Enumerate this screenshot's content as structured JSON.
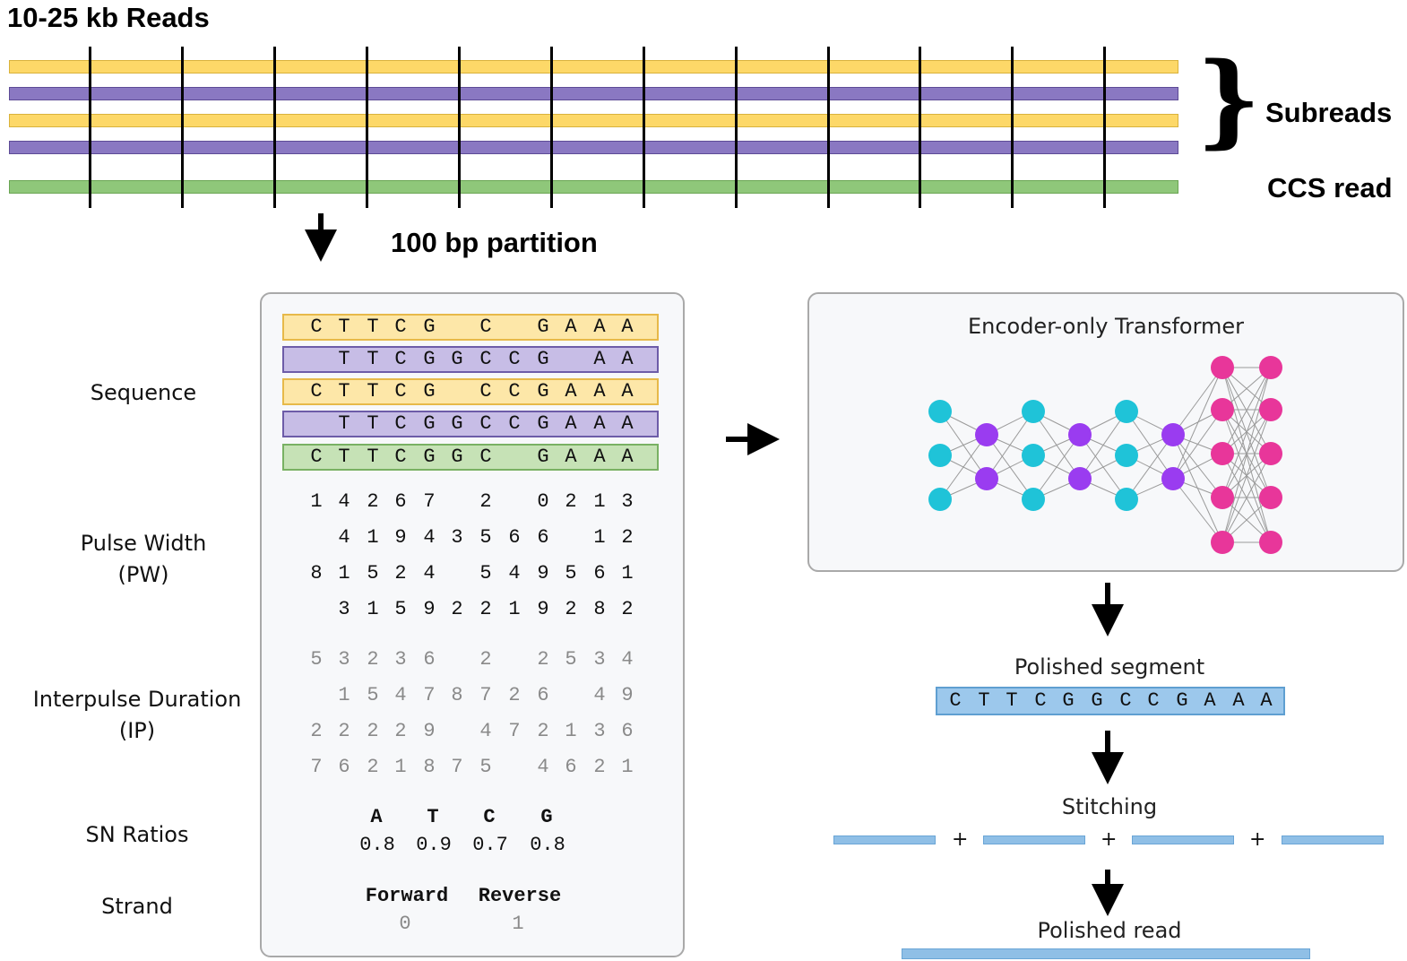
{
  "top": {
    "reads_title": "10-25 kb Reads",
    "subreads_label": "Subreads",
    "ccs_label": "CCS read",
    "partition_label": "100 bp partition",
    "brace_char": "}"
  },
  "left_labels": {
    "sequence": "Sequence",
    "pw_line1": "Pulse Width",
    "pw_line2": "(PW)",
    "ip_line1": "Interpulse Duration",
    "ip_line2": "(IP)",
    "sn": "SN Ratios",
    "strand": "Strand"
  },
  "sequence_rows": [
    {
      "color": "y",
      "cells": [
        "C",
        "T",
        "T",
        "C",
        "G",
        "",
        "C",
        "",
        "G",
        "A",
        "A",
        "A"
      ]
    },
    {
      "color": "p",
      "cells": [
        "",
        "T",
        "T",
        "C",
        "G",
        "G",
        "C",
        "C",
        "G",
        "",
        "A",
        "A"
      ]
    },
    {
      "color": "y",
      "cells": [
        "C",
        "T",
        "T",
        "C",
        "G",
        "",
        "C",
        "C",
        "G",
        "A",
        "A",
        "A"
      ]
    },
    {
      "color": "p",
      "cells": [
        "",
        "T",
        "T",
        "C",
        "G",
        "G",
        "C",
        "C",
        "G",
        "A",
        "A",
        "A"
      ]
    },
    {
      "color": "g",
      "cells": [
        "C",
        "T",
        "T",
        "C",
        "G",
        "G",
        "C",
        "",
        "G",
        "A",
        "A",
        "A"
      ]
    }
  ],
  "pw_rows": [
    [
      "1",
      "4",
      "2",
      "6",
      "7",
      "",
      "2",
      "",
      "0",
      "2",
      "1",
      "3"
    ],
    [
      "",
      "4",
      "1",
      "9",
      "4",
      "3",
      "5",
      "6",
      "6",
      "",
      "1",
      "2"
    ],
    [
      "8",
      "1",
      "5",
      "2",
      "4",
      "",
      "5",
      "4",
      "9",
      "5",
      "6",
      "1"
    ],
    [
      "",
      "3",
      "1",
      "5",
      "9",
      "2",
      "2",
      "1",
      "9",
      "2",
      "8",
      "2"
    ]
  ],
  "ip_rows": [
    [
      "5",
      "3",
      "2",
      "3",
      "6",
      "",
      "2",
      "",
      "2",
      "5",
      "3",
      "4"
    ],
    [
      "",
      "1",
      "5",
      "4",
      "7",
      "8",
      "7",
      "2",
      "6",
      "",
      "4",
      "9"
    ],
    [
      "2",
      "2",
      "2",
      "2",
      "9",
      "",
      "4",
      "7",
      "2",
      "1",
      "3",
      "6"
    ],
    [
      "7",
      "6",
      "2",
      "1",
      "8",
      "7",
      "5",
      "",
      "4",
      "6",
      "2",
      "1"
    ]
  ],
  "sn": {
    "headers": [
      "A",
      "T",
      "C",
      "G"
    ],
    "values": [
      "0.8",
      "0.9",
      "0.7",
      "0.8"
    ]
  },
  "strand": {
    "headers": [
      "Forward",
      "Reverse"
    ],
    "values": [
      "0",
      "1"
    ]
  },
  "right": {
    "transformer_title": "Encoder-only Transformer",
    "polished_segment_label": "Polished segment",
    "polished_segment_seq": [
      "C",
      "T",
      "T",
      "C",
      "G",
      "G",
      "C",
      "C",
      "G",
      "A",
      "A",
      "A"
    ],
    "stitching_label": "Stitching",
    "plus_signs": [
      "+",
      "+",
      "+"
    ],
    "polished_read_label": "Polished read"
  },
  "colors": {
    "yellow": "#fdd868",
    "purple": "#8a78c2",
    "green": "#8fc77a",
    "node_cyan": "#1fc3d8",
    "node_purple": "#9a3cf0",
    "node_pink": "#e8369a",
    "polished_blue": "#9cc8ec"
  }
}
